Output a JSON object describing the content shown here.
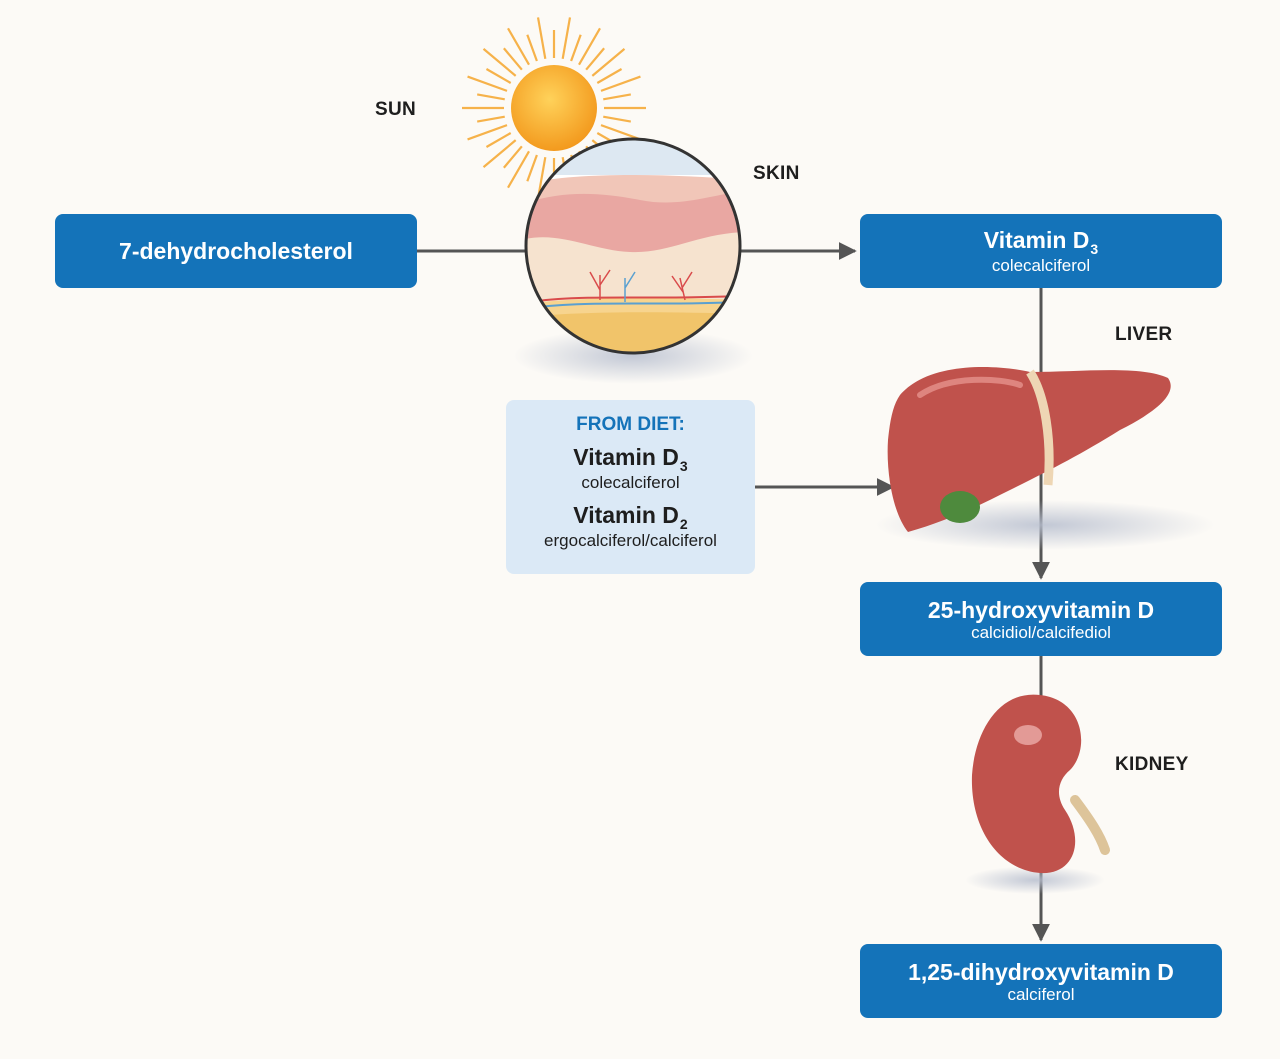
{
  "labels": {
    "sun": "SUN",
    "skin": "SKIN",
    "liver": "LIVER",
    "kidney": "KIDNEY"
  },
  "boxes": {
    "precursor": {
      "title": "7-dehydrocholesterol"
    },
    "vitamin_d3": {
      "title": "Vitamin D",
      "subscript": "3",
      "subtitle": "colecalciferol"
    },
    "hydroxy": {
      "title": "25-hydroxyvitamin D",
      "subtitle": "calcidiol/calcifediol"
    },
    "dihydroxy": {
      "title": "1,25-dihydroxyvitamin D",
      "subtitle": "calciferol"
    }
  },
  "diet": {
    "heading": "FROM DIET:",
    "items": [
      {
        "title": "Vitamin D",
        "subscript": "3",
        "subtitle": "colecalciferol"
      },
      {
        "title": "Vitamin D",
        "subscript": "2",
        "subtitle": "ergocalciferol/calciferol"
      }
    ]
  },
  "colors": {
    "box_blue": "#1473b9",
    "diet_panel": "#dbe9f6",
    "arrow": "#555555",
    "organ_red": "#c0524c",
    "sun": "#f6a623"
  },
  "icons": [
    "sun-icon",
    "skin-cross-section-icon",
    "liver-icon",
    "kidney-icon"
  ]
}
